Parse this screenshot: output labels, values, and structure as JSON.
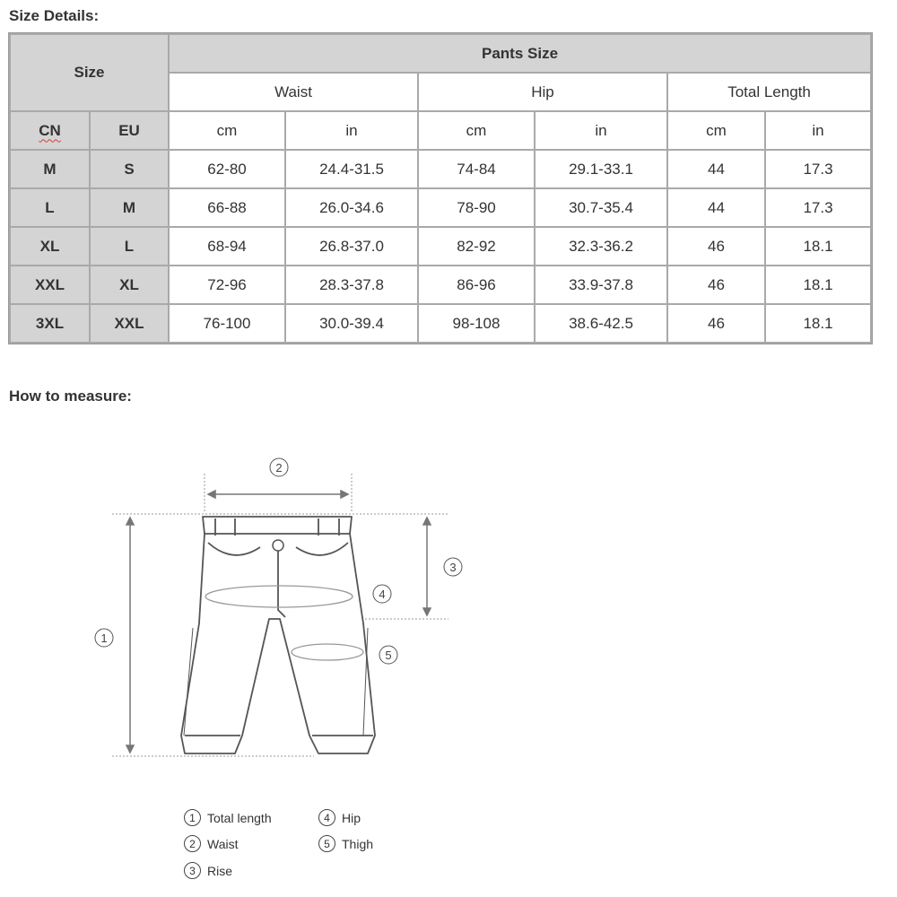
{
  "headings": {
    "size_details": "Size Details:",
    "how_to_measure": "How to measure:"
  },
  "table": {
    "size_header": "Size",
    "pants_size_header": "Pants Size",
    "groups": [
      "Waist",
      "Hip",
      "Total Length"
    ],
    "region_headers": [
      "CN",
      "EU"
    ],
    "unit_headers": [
      "cm",
      "in",
      "cm",
      "in",
      "cm",
      "in"
    ],
    "rows": [
      {
        "cn": "M",
        "eu": "S",
        "values": [
          "62-80",
          "24.4-31.5",
          "74-84",
          "29.1-33.1",
          "44",
          "17.3"
        ]
      },
      {
        "cn": "L",
        "eu": "M",
        "values": [
          "66-88",
          "26.0-34.6",
          "78-90",
          "30.7-35.4",
          "44",
          "17.3"
        ]
      },
      {
        "cn": "XL",
        "eu": "L",
        "values": [
          "68-94",
          "26.8-37.0",
          "82-92",
          "32.3-36.2",
          "46",
          "18.1"
        ]
      },
      {
        "cn": "XXL",
        "eu": "XL",
        "values": [
          "72-96",
          "28.3-37.8",
          "86-96",
          "33.9-37.8",
          "46",
          "18.1"
        ]
      },
      {
        "cn": "3XL",
        "eu": "XXL",
        "values": [
          "76-100",
          "30.0-39.4",
          "98-108",
          "38.6-42.5",
          "46",
          "18.1"
        ]
      }
    ]
  },
  "diagram": {
    "markers": [
      "1",
      "2",
      "3",
      "4",
      "5"
    ],
    "legend": [
      {
        "num": "1",
        "label": "Total length"
      },
      {
        "num": "2",
        "label": "Waist"
      },
      {
        "num": "3",
        "label": "Rise"
      },
      {
        "num": "4",
        "label": "Hip"
      },
      {
        "num": "5",
        "label": "Thigh"
      }
    ]
  }
}
